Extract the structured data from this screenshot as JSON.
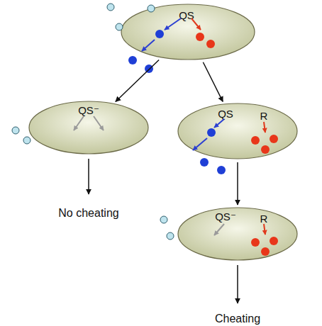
{
  "diagram": {
    "nodes": [
      {
        "text": [
          "QS"
        ]
      },
      {
        "text": [
          "QS⁻"
        ]
      },
      {
        "text": [
          "QS",
          "R"
        ]
      },
      {
        "text": [
          "QS⁻",
          "R"
        ]
      }
    ],
    "edges": [
      {
        "from": 0,
        "to": 1,
        "arrow": "to"
      },
      {
        "from": 0,
        "to": 2,
        "arrow": "to"
      },
      {
        "from": 2,
        "to": 3,
        "arrow": "to"
      }
    ],
    "labels": [
      "No cheating",
      "Cheating"
    ]
  }
}
